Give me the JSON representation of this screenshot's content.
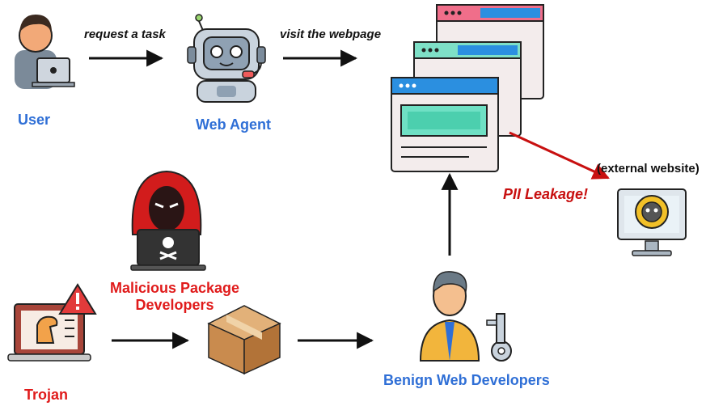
{
  "nodes": {
    "user": "User",
    "web_agent": "Web Agent",
    "malicious_dev": [
      "Malicious Package",
      "Developers"
    ],
    "trojan": "Trojan",
    "benign_dev": "Benign Web Developers",
    "external": "(external website)"
  },
  "edges": {
    "request": "request a task",
    "visit": "visit the webpage",
    "leak": "PII Leakage!"
  },
  "icons": {
    "user": "user-laptop-icon",
    "agent": "robot-agent-icon",
    "webpages": "browser-windows-icon",
    "hacker": "hacker-laptop-icon",
    "trojan": "trojan-horse-laptop-icon",
    "package": "package-box-icon",
    "benign": "developer-with-key-icon",
    "external": "skull-gear-monitor-icon"
  },
  "colors": {
    "blue_label": "#2f6fd6",
    "red_label": "#e01b1b",
    "leak_arrow": "#c81010"
  }
}
